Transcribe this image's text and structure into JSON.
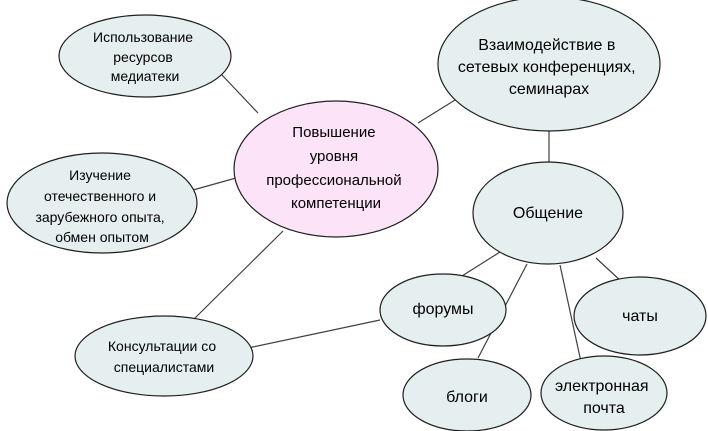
{
  "colors": {
    "node_fill": "#e5efef",
    "center_fill": "#fde3f7",
    "stroke": "#1f1f1f",
    "edge": "#404040",
    "text": "#000000"
  },
  "nodes": {
    "center": {
      "lines": [
        "Повышение",
        "уровня",
        "профессиональной",
        "компетенции"
      ]
    },
    "media": {
      "lines": [
        "Использование",
        "ресурсов",
        "медиатеки"
      ]
    },
    "experience": {
      "lines": [
        "Изучение",
        "отечественного и",
        "зарубежного опыта,",
        "обмен опытом"
      ]
    },
    "consult": {
      "lines": [
        "Консультации со",
        "специалистами"
      ]
    },
    "network": {
      "lines": [
        "Взаимодействие в",
        "сетевых конференциях,",
        "семинарах"
      ]
    },
    "communication": {
      "lines": [
        "Общение"
      ]
    },
    "forums": {
      "lines": [
        "форумы"
      ]
    },
    "chats": {
      "lines": [
        "чаты"
      ]
    },
    "blogs": {
      "lines": [
        "блоги"
      ]
    },
    "email": {
      "lines": [
        "электронная",
        "почта"
      ]
    }
  }
}
